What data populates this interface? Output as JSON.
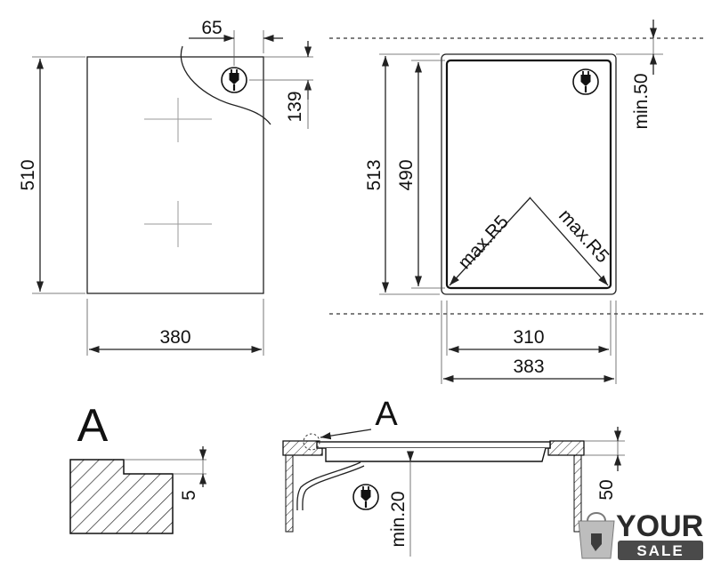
{
  "dimensions": {
    "top_view_width": "380",
    "top_view_height": "510",
    "plug_offset_x": "65",
    "plug_offset_y": "139",
    "cutout_height_outer": "513",
    "cutout_height_inner": "490",
    "cutout_width_inner": "310",
    "cutout_width_outer": "383",
    "cutout_clearance_top": "min.50",
    "corner_radius_left": "max.R5",
    "corner_radius_right": "max.R5",
    "detail_step": "5",
    "under_clearance": "min.20",
    "worktop_depth": "50"
  },
  "labels": {
    "detail_label": "A",
    "detail_callout": "A"
  },
  "icons": [
    "plug-icon",
    "plug-icon",
    "plug-icon"
  ],
  "watermark": {
    "top": "YOUR",
    "bottom": "SALE"
  }
}
